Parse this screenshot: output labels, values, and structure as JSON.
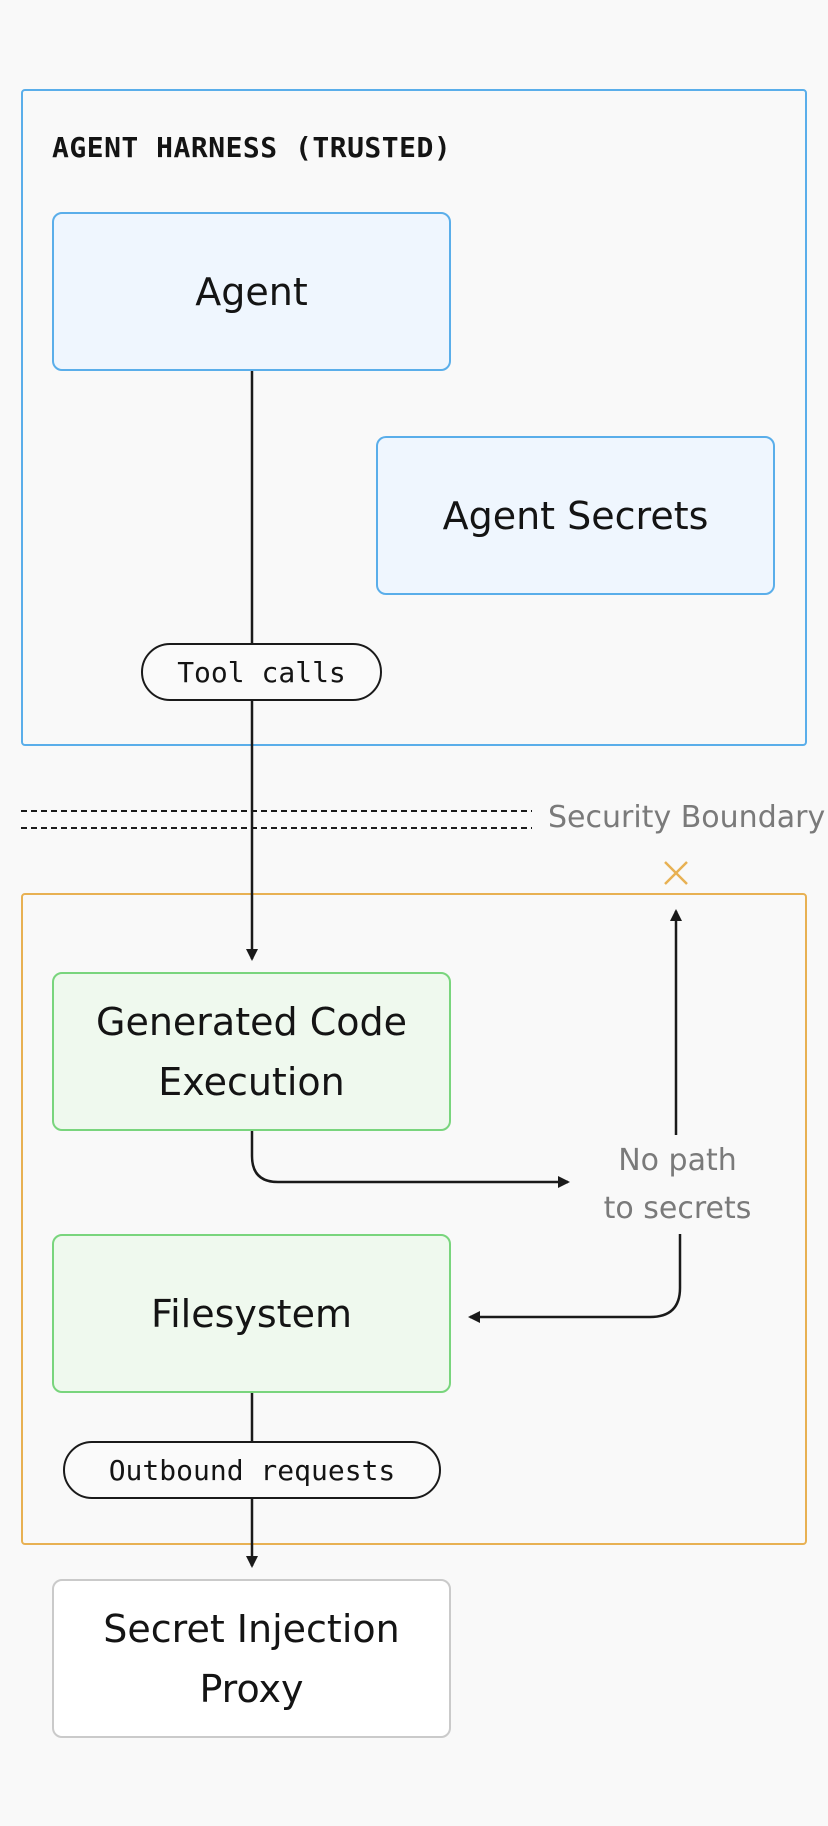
{
  "harness": {
    "title": "AGENT HARNESS (TRUSTED)"
  },
  "nodes": {
    "agent": "Agent",
    "agent_secrets": "Agent Secrets",
    "generated_code": {
      "line1": "Generated Code",
      "line2": "Execution"
    },
    "filesystem": "Filesystem",
    "proxy": {
      "line1": "Secret Injection",
      "line2": "Proxy"
    }
  },
  "edges": {
    "tool_calls": "Tool calls",
    "outbound_requests": "Outbound requests"
  },
  "boundary": {
    "label": "Security Boundary"
  },
  "no_path": {
    "line1": "No path",
    "line2": "to secrets"
  },
  "colors": {
    "trusted_border": "#5aaeea",
    "trusted_fill": "#eff6fe",
    "sandbox_border": "#e8b153",
    "sandbox_node_border": "#79d57d",
    "sandbox_node_fill": "#eff9ee",
    "proxy_border": "#cacaca",
    "blocked_mark": "#e8b153"
  },
  "icons": {
    "blocked": "x-mark-icon"
  }
}
